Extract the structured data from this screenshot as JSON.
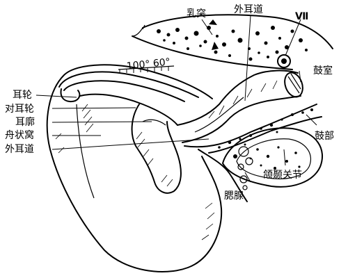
{
  "labels": {
    "mastoid": "乳突",
    "ext_canal_top": "外耳道",
    "nerve": "Ⅶ",
    "tympanic_cavity": "鼓室",
    "helix": "耳轮",
    "antihelix": "对耳轮",
    "concha": "耳廓",
    "scaphoid_fossa": "舟状窝",
    "ext_canal_left": "外耳道",
    "tympanic_part": "鼓部",
    "tmj": "颌颞关节",
    "parotid": "腮腺",
    "scale_text": "100° 60°"
  }
}
